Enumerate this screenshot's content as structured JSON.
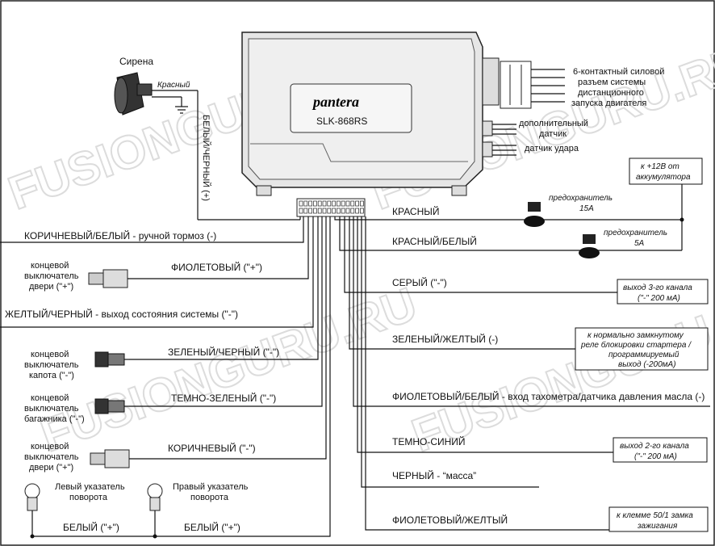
{
  "unit": {
    "brand": "pantera",
    "model": "SLK-868RS"
  },
  "siren": {
    "title": "Сирена",
    "wire": "Красный"
  },
  "vertical_wire": "БЕЛЫЙ/ЧЕРНЫЙ (+)",
  "connector_right": {
    "power": "6-контактный силовой разъем системы дистанционного запуска двигателя",
    "aux": "дополнительный датчик",
    "shock": "датчик удара"
  },
  "battery_note": "к +12В от аккумулятора",
  "fuse1": {
    "label": "предохранитель",
    "value": "15А"
  },
  "fuse2": {
    "label": "предохранитель",
    "value": "5А"
  },
  "right_wires": {
    "red": "КРАСНЫЙ",
    "red_white": "КРАСНЫЙ/БЕЛЫЙ",
    "grey": "СЕРЫЙ  (\"-\")",
    "green_yellow": "ЗЕЛЕНЫЙ/ЖЕЛТЫЙ (-)",
    "violet_white": "ФИОЛЕТОВЫЙ/БЕЛЫЙ - вход тахометра/датчика давления масла (-)",
    "dark_blue": "ТЕМНО-СИНИЙ",
    "black": "ЧЕРНЫЙ - “масса”",
    "violet_yellow": "ФИОЛЕТОВЫЙ/ЖЕЛТЫЙ"
  },
  "right_notes": {
    "ch3": "выход 3-го канала (\"-\" 200 мА)",
    "relay": "к нормально замкнутому реле блокировки стартера / программируемый выход (-200мА)",
    "ch2": "выход 2-го канала (\"-\" 200 мА)",
    "ignition": "к клемме 50/1 замка зажигания"
  },
  "left_wires": {
    "brown_white": "КОРИЧНЕВЫЙ/БЕЛЫЙ - ручной тормоз (-)",
    "violet": "ФИОЛЕТОВЫЙ (\"+\")",
    "yellow_black": "ЖЕЛТЫЙ/ЧЕРНЫЙ - выход состояния системы  (\"-\")",
    "green_black": "ЗЕЛЕНЫЙ/ЧЕРНЫЙ (\"-\")",
    "dark_green": "ТЕМНО-ЗЕЛЕНЫЙ (\"-\")",
    "brown": "КОРИЧНЕВЫЙ (\"-\")",
    "white_left": "БЕЛЫЙ (\"+\")",
    "white_right": "БЕЛЫЙ (\"+\")"
  },
  "switches": {
    "door_plus": "концевой выключатель двери (\"+\")",
    "hood": "концевой выключатель капота (\"-\")",
    "trunk": "концевой выключатель багажника (\"-\")",
    "door_plus2": "концевой выключатель двери (\"+\")"
  },
  "lamps": {
    "left": "Левый указатель поворота",
    "right": "Правый указатель поворота"
  },
  "watermark": "FUSIONGURU.RU"
}
